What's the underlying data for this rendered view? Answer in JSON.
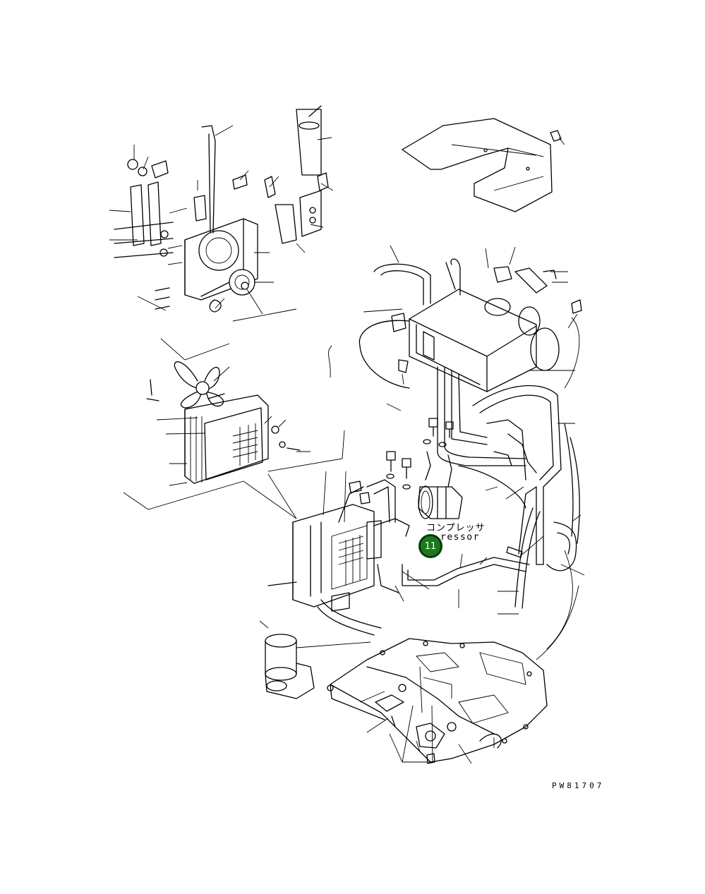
{
  "callout": {
    "label_jp": "コンプレッサ",
    "label_en": "ressor",
    "badge_number": "11",
    "badge_color": "#1a7a1a"
  },
  "drawing_number": "PW81707"
}
